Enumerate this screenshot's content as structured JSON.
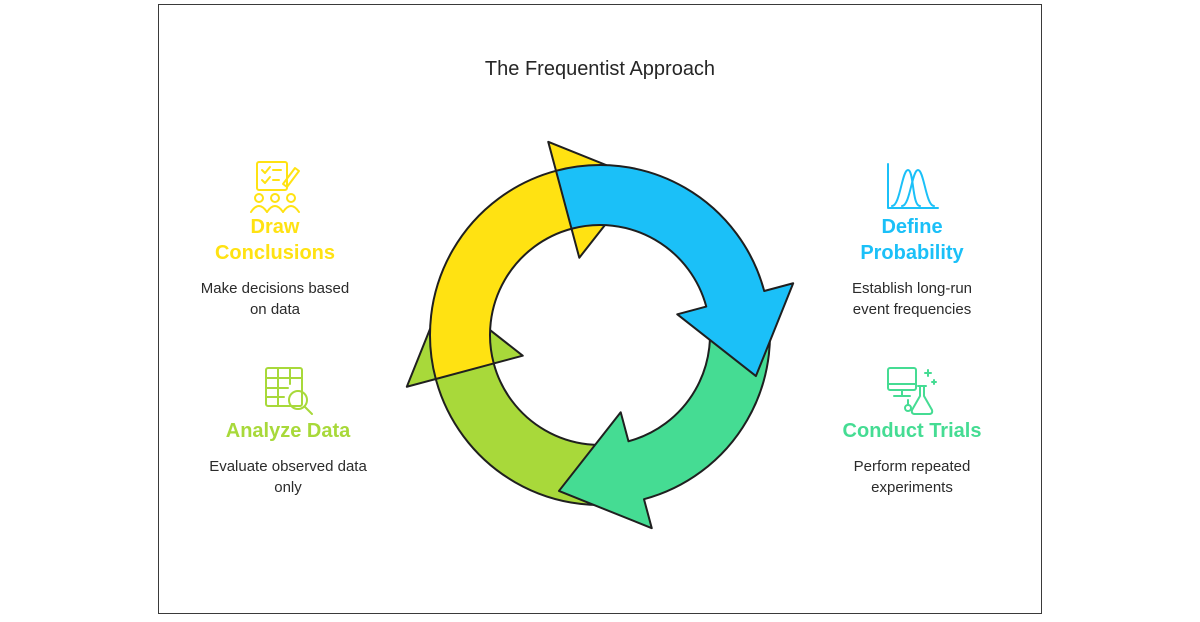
{
  "title": "The Frequentist Approach",
  "colors": {
    "yellow": "#FFE212",
    "blue": "#1BC0F8",
    "teal": "#45DC93",
    "green": "#A8D93A",
    "outline": "#1f1f1f"
  },
  "steps": {
    "draw": {
      "heading": "Draw Conclusions",
      "description": "Make decisions based on data",
      "icon": "checklist-people-icon"
    },
    "define": {
      "heading": "Define Probability",
      "description": "Establish long-run event frequencies",
      "icon": "distribution-curve-icon"
    },
    "analyze": {
      "heading": "Analyze Data",
      "description": "Evaluate observed data only",
      "icon": "table-magnifier-icon"
    },
    "conduct": {
      "heading": "Conduct Trials",
      "description": "Perform repeated experiments",
      "icon": "computer-flask-icon"
    }
  }
}
